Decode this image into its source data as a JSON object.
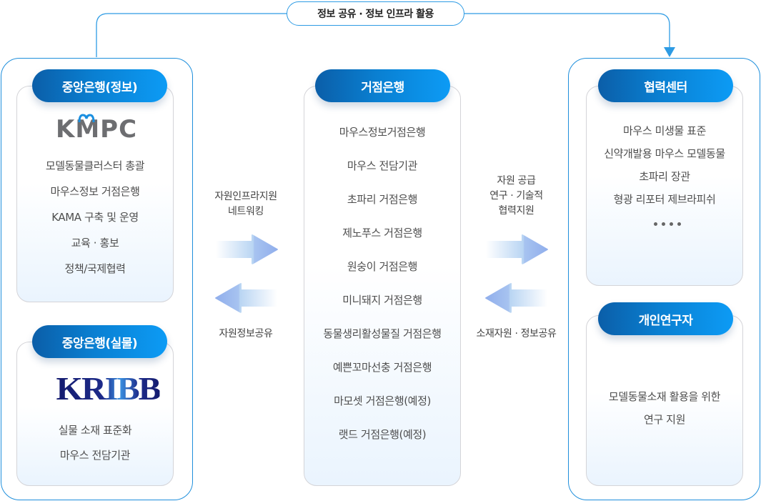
{
  "top_connector": {
    "label": "정보 공유 · 정보 인프라 활용",
    "color": "#2d9be4"
  },
  "left_group": {
    "info_bank": {
      "title": "중앙은행(정보)",
      "logo_text": "KMPC",
      "items": [
        "모델동물클러스터 총괄",
        "마우스정보 거점은행",
        "KAMA 구축 및 운영",
        "교육 · 홍보",
        "정책/국제협력"
      ]
    },
    "material_bank": {
      "title": "중앙은행(실물)",
      "logo_text": "KRIBB",
      "items": [
        "실물 소재 표준화",
        "마우스 전담기관"
      ]
    }
  },
  "left_arrows": {
    "right_label_lines": [
      "자원인프라지원",
      "네트워킹"
    ],
    "left_label": "자원정보공유"
  },
  "center_group": {
    "title": "거점은행",
    "items": [
      "마우스정보거점은행",
      "마우스 전담기관",
      "초파리 거점은행",
      "제노푸스 거점은행",
      "원숭이 거점은행",
      "미니돼지 거점은행",
      "동물생리활성물질 거점은행",
      "예쁜꼬마선충 거점은행",
      "마모셋 거점은행(예정)",
      "랫드 거점은행(예정)"
    ]
  },
  "right_arrows": {
    "right_label_lines": [
      "자원 공급",
      "연구 · 기술적",
      "협력지원"
    ],
    "left_label": "소재자원 · 정보공유"
  },
  "right_group": {
    "cooperation_center": {
      "title": "협력센터",
      "items": [
        "마우스 미생물 표준",
        "신약개발용 마우스 모델동물",
        "초파리 장관",
        "형광 리포터 제브라피쉬"
      ],
      "more_icon": "ellipsis-dots"
    },
    "individual_researcher": {
      "title": "개인연구자",
      "items": [
        "모델동물소재 활용을 위한",
        "연구 지원"
      ]
    }
  },
  "colors": {
    "frame": "#1f8fdc",
    "pill_start": "#0b5ea8",
    "pill_end": "#0c9bf5",
    "arrow": "#93b4ee"
  }
}
